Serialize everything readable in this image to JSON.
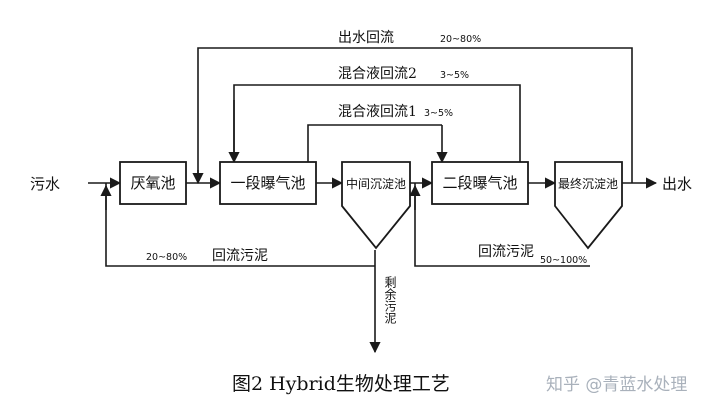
{
  "inlet": "污水",
  "outlet": "出水",
  "units": {
    "anoxic": "厌氧池",
    "stage1": "一段曝气池",
    "mid_clarifier": "中间沉淀池",
    "stage2": "二段曝气池",
    "final_clarifier": "最终沉淀池"
  },
  "recycles": {
    "effluent": {
      "label": "出水回流",
      "ratio": "20~80%"
    },
    "mixed2": {
      "label": "混合液回流2",
      "ratio": "3~5%"
    },
    "mixed1": {
      "label": "混合液回流1",
      "ratio": "3~5%"
    },
    "sludge1": {
      "label": "回流污泥",
      "ratio": "20~80%"
    },
    "sludge2": {
      "label": "回流污泥",
      "ratio": "50~100%"
    }
  },
  "excess_sludge": "剩余污泥",
  "caption": "图2 Hybrid生物处理工艺",
  "watermark": "知乎 @青蓝水处理"
}
